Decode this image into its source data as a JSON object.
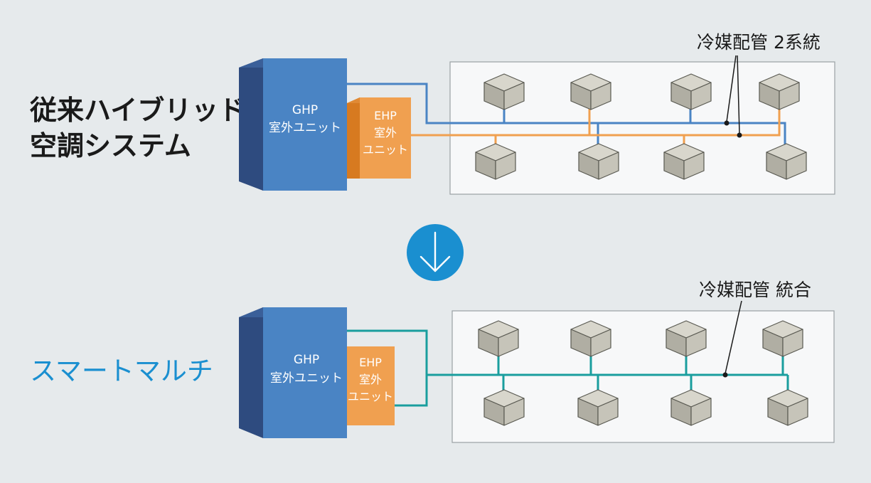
{
  "conventional": {
    "title_line1": "従来ハイブリッド",
    "title_line2": "空調システム",
    "ghp_label_line1": "GHP",
    "ghp_label_line2": "室外ユニット",
    "ehp_label_line1": "EHP",
    "ehp_label_line2": "室外",
    "ehp_label_line3": "ユニット",
    "pipe_callout": "冷媒配管 2系統"
  },
  "smart_multi": {
    "title": "スマートマルチ",
    "ghp_label_line1": "GHP",
    "ghp_label_line2": "室外ユニット",
    "ehp_label_line1": "EHP",
    "ehp_label_line2": "室外",
    "ehp_label_line3": "ユニット",
    "pipe_callout": "冷媒配管 統合"
  },
  "colors": {
    "background": "#e6eaec",
    "ghp_face": "#4a84c4",
    "ghp_side": "#2e4b7f",
    "ehp_face": "#f0a050",
    "ehp_side": "#d77a20",
    "pipe_blue": "#4a84c4",
    "pipe_orange": "#f0a050",
    "pipe_teal": "#1a9e9e",
    "arrow_circle": "#1a8fd0",
    "smart_title": "#1a8fd0"
  },
  "icons": {
    "arrow": "down-arrow-icon",
    "indoor_unit": "indoor-unit-cube-icon"
  }
}
